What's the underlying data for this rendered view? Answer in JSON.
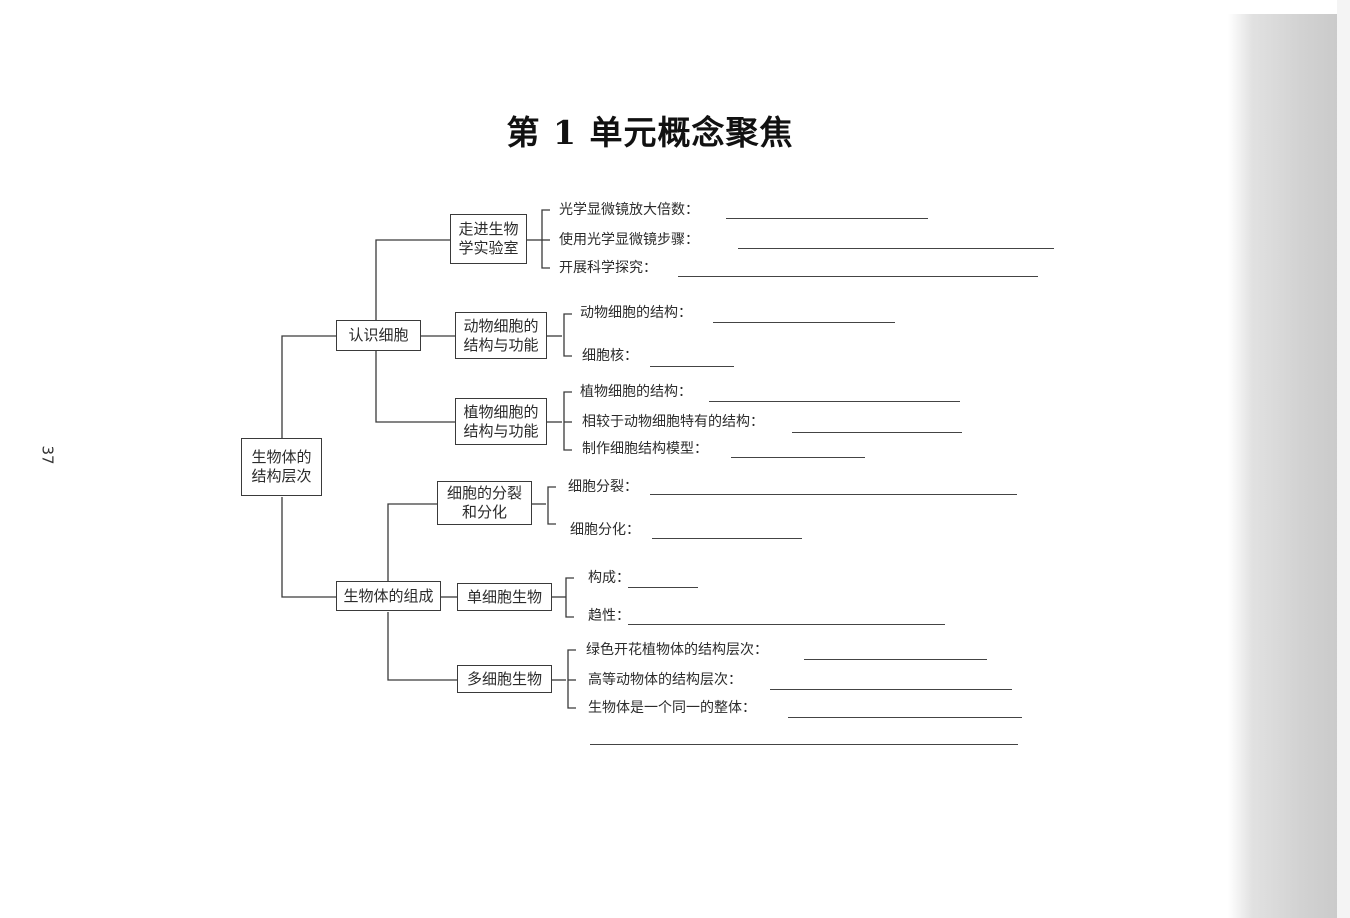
{
  "title": "第 1 单元概念聚焦",
  "page_number": "37",
  "root": "生物体的\n结构层次",
  "branch1": {
    "label": "认识细胞",
    "lab": {
      "label": "走进生物\n学实验室",
      "items": [
        "光学显微镜放大倍数：",
        "使用光学显微镜步骤：",
        "开展科学探究："
      ]
    },
    "animal": {
      "label": "动物细胞的\n结构与功能",
      "items": [
        "动物细胞的结构：",
        "细胞核："
      ]
    },
    "plant": {
      "label": "植物细胞的\n结构与功能",
      "items": [
        "植物细胞的结构：",
        "相较于动物细胞特有的结构：",
        "制作细胞结构模型："
      ]
    }
  },
  "branch2": {
    "label": "生物体的组成",
    "division": {
      "label": "细胞的分裂\n和分化",
      "items": [
        "细胞分裂：",
        "细胞分化："
      ]
    },
    "single": {
      "label": "单细胞生物",
      "items": [
        "构成：",
        "趋性："
      ]
    },
    "multi": {
      "label": "多细胞生物",
      "items": [
        "绿色开花植物体的结构层次：",
        "高等动物体的结构层次：",
        "生物体是一个同一的整体："
      ]
    }
  }
}
